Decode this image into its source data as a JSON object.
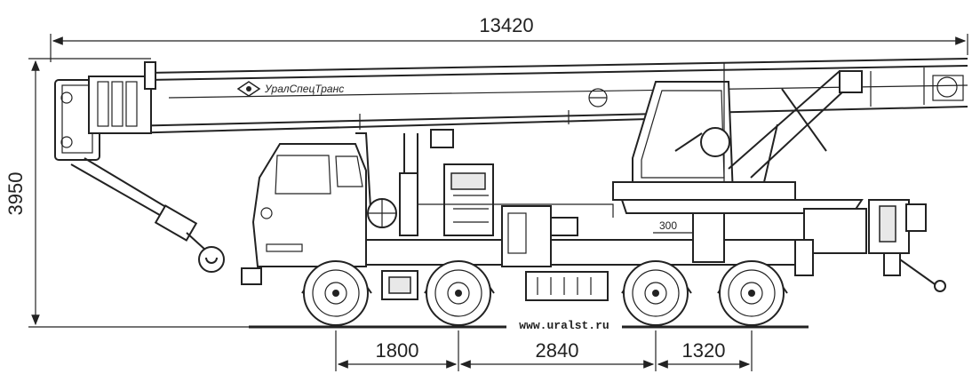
{
  "dimensions": {
    "overall_length": "13420",
    "overall_height": "3950",
    "wheelbase_front": "1800",
    "wheelbase_middle": "2840",
    "wheelbase_rear": "1320",
    "detail_300": "300"
  },
  "branding": {
    "company": "УралСпецТранс",
    "website": "www.uralst.ru"
  }
}
